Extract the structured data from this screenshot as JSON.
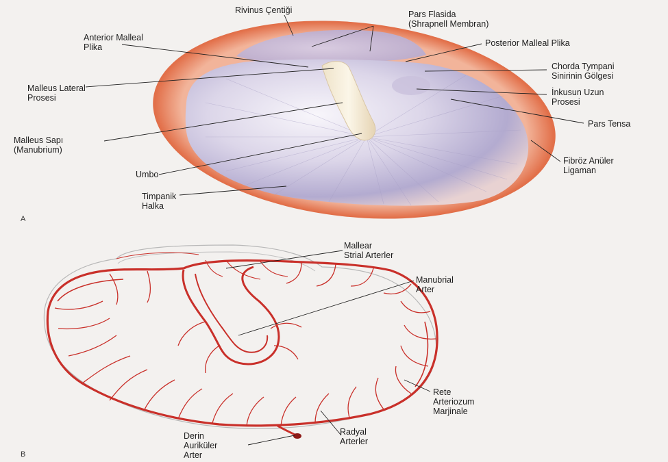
{
  "panels": {
    "a": "A",
    "b": "B"
  },
  "panel_a": {
    "rivinus": "Rivinus Çentiği",
    "pars_flasida_1": "Pars Flasida",
    "pars_flasida_2": "(Shrapnell Membran)",
    "ant_malleal_1": "Anterior Malleal",
    "ant_malleal_2": "Plika",
    "post_malleal": "Posterior Malleal Plika",
    "chorda_1": "Chorda Tympani",
    "chorda_2": "Sinirinin Gölgesi",
    "malleus_lat_1": "Malleus Lateral",
    "malleus_lat_2": "Prosesi",
    "inkus_1": "İnkusun Uzun",
    "inkus_2": "Prosesi",
    "pars_tensa": "Pars Tensa",
    "malleus_sap_1": "Malleus Sapı",
    "malleus_sap_2": "(Manubrium)",
    "fibroz_1": "Fibröz Anüler",
    "fibroz_2": "Ligaman",
    "umbo": "Umbo",
    "timpanik_1": "Timpanik",
    "timpanik_2": "Halka"
  },
  "panel_b": {
    "mallear_1": "Mallear",
    "mallear_2": "Strial Arterler",
    "manubrial_1": "Manubrial",
    "manubrial_2": "Arter",
    "rete_1": "Rete",
    "rete_2": "Arteriozum",
    "rete_3": "Marjinale",
    "radyal_1": "Radyal",
    "radyal_2": "Arterler",
    "derin_1": "Derin",
    "derin_2": "Auriküler",
    "derin_3": "Arter"
  },
  "colors": {
    "background": "#f3f1ef",
    "annulus": "#e0714a",
    "membrane": "#cfc8de",
    "artery": "#c9302a",
    "leader": "#222222"
  }
}
